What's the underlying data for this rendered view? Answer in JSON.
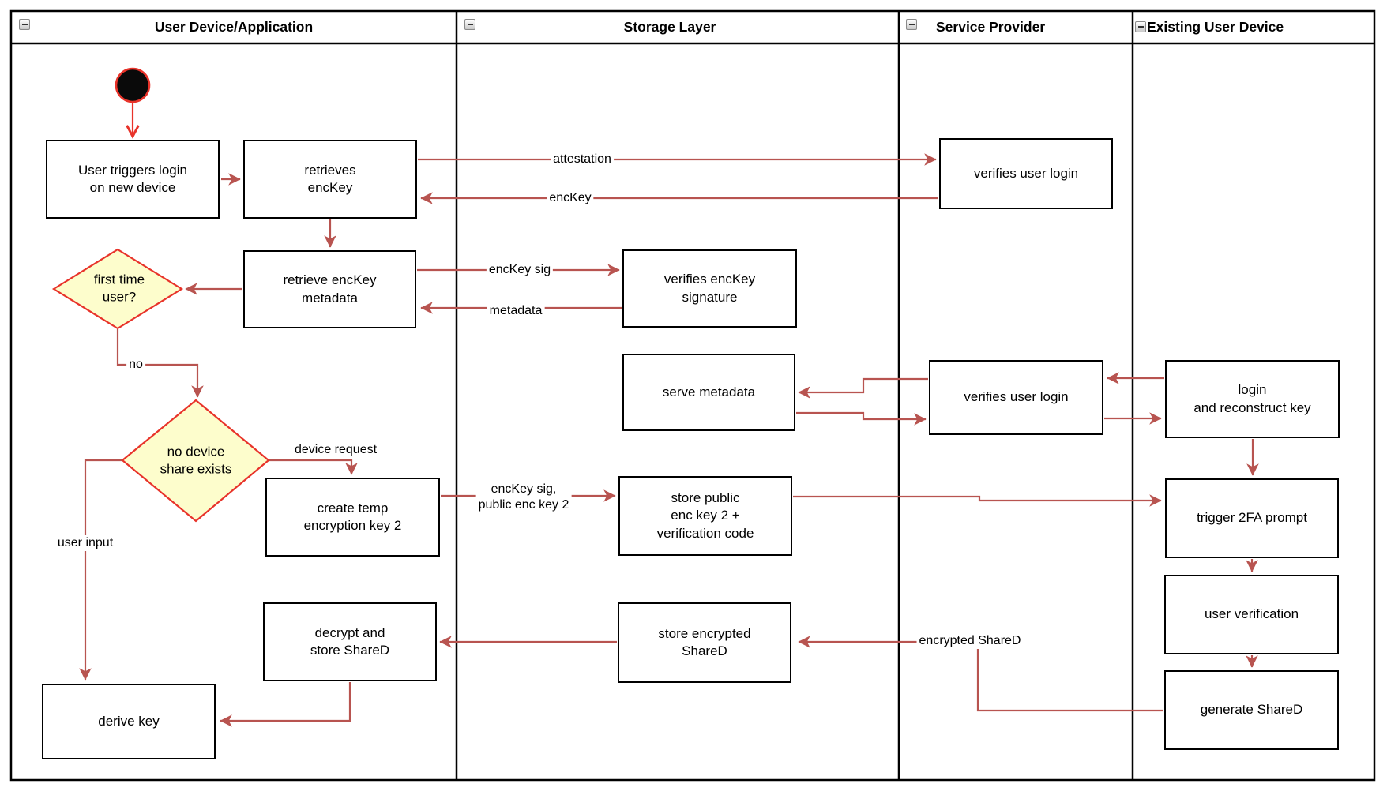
{
  "diagram": {
    "kind": "uml-activity-swimlane"
  },
  "lanes": [
    {
      "title": "User Device/Application"
    },
    {
      "title": "Storage Layer"
    },
    {
      "title": "Service Provider"
    },
    {
      "title": "Existing User Device"
    }
  ],
  "nodes": {
    "user_triggers_login": {
      "label": "User triggers login\non new device"
    },
    "retrieves_enckey": {
      "label": "retrieves\nencKey"
    },
    "retrieve_enckey_metadata": {
      "label": "retrieve encKey\nmetadata"
    },
    "first_time_user": {
      "label": "first time\nuser?"
    },
    "no_device_share": {
      "label": "no device\nshare exists"
    },
    "create_temp_key": {
      "label": "create temp\nencryption key 2"
    },
    "decrypt_store_shared": {
      "label": "decrypt and\nstore ShareD"
    },
    "derive_key": {
      "label": "derive key"
    },
    "verifies_enckey_signature": {
      "label": "verifies encKey\nsignature"
    },
    "serve_metadata": {
      "label": "serve metadata"
    },
    "store_public_key": {
      "label": "store public\nenc key 2 +\nverification code"
    },
    "store_encrypted_shared": {
      "label": "store encrypted\nShareD"
    },
    "verifies_user_login_top": {
      "label": "verifies user login"
    },
    "verifies_user_login_mid": {
      "label": "verifies user login"
    },
    "login_reconstruct_key": {
      "label": "login\nand reconstruct key"
    },
    "trigger_2fa": {
      "label": "trigger 2FA prompt"
    },
    "user_verification": {
      "label": "user verification"
    },
    "generate_shared": {
      "label": "generate ShareD"
    }
  },
  "edge_labels": {
    "attestation": "attestation",
    "enckey": "encKey",
    "enckey_sig": "encKey sig",
    "metadata": "metadata",
    "no": "no",
    "device_request": "device request",
    "enckey_sig_public": "encKey sig,\npublic enc key 2",
    "encrypted_shared": "encrypted ShareD",
    "user_input": "user input"
  },
  "colors": {
    "flow_arrow": "#b85450",
    "accent_red": "#e8332a",
    "decision_fill": "#fdfdcc",
    "node_border": "#000000"
  }
}
